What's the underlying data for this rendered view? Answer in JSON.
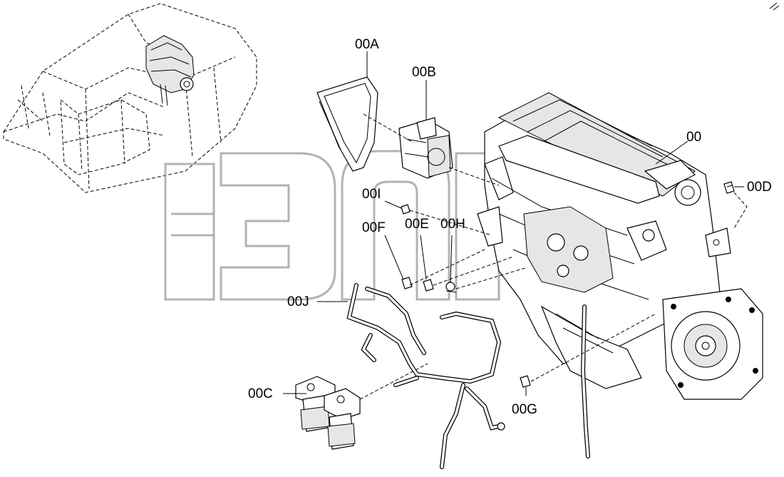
{
  "callouts": {
    "engine": "00",
    "belt": "00A",
    "fan_clutch": "00B",
    "fuel_filter": "00C",
    "sensor_d": "00D",
    "sensor_e": "00E",
    "sensor_f": "00F",
    "sensor_g": "00G",
    "clamp_h": "00H",
    "plug_i": "00I",
    "harness_j": "00J"
  },
  "icons": {
    "watermark": "watermark-logo-icon",
    "locator": "machine-locator-icon",
    "corner": "compass-corner-icon"
  },
  "colors": {
    "line": "#000000",
    "watermark": "#9a9a9a",
    "background": "#ffffff"
  }
}
